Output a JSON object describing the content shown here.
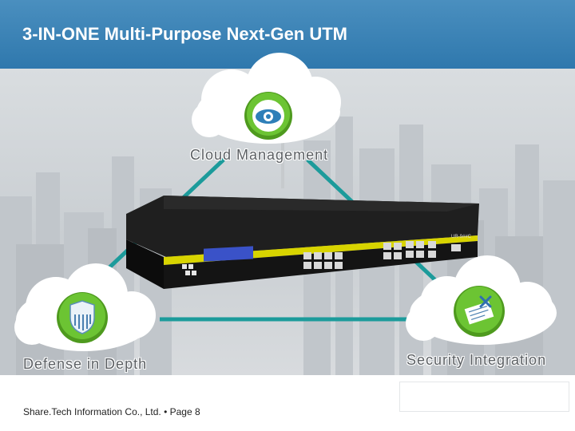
{
  "header": {
    "title": "3-IN-ONE Multi-Purpose Next-Gen UTM"
  },
  "diagram": {
    "top_label": "Cloud Management",
    "left_label": "Defense in Depth",
    "right_label": "Security Integration",
    "device_model": "UR-9##C"
  },
  "footer": {
    "text": "Share.Tech Information Co., Ltd.  •  Page 8"
  },
  "colors": {
    "header": "#3a82b5",
    "connector": "#1c9b9b",
    "icon_green": "#5cb82a",
    "device_accent": "#e8e000"
  },
  "icons": [
    "eye-icon",
    "shield-icon",
    "document-check-icon"
  ]
}
